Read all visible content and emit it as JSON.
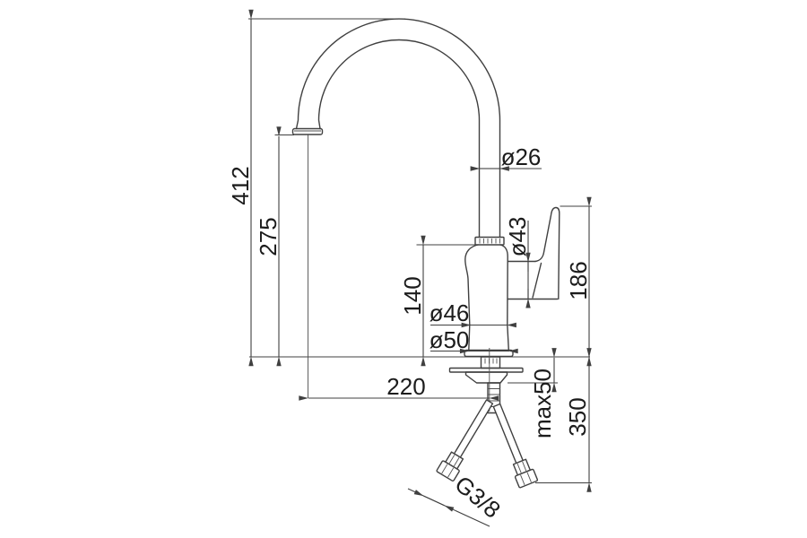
{
  "drawing": {
    "type": "faucet-technical-drawing",
    "ink_color": "#404040",
    "text_color": "#1c1c1c",
    "background": "#ffffff"
  },
  "dims": {
    "overall_height": "412",
    "outlet_height": "275",
    "spout_tube_diameter": "ø26",
    "cartridge_diameter": "ø43",
    "handle_top_height": "186",
    "body_height": "140",
    "body_diameter": "ø46",
    "base_diameter": "ø50",
    "spout_reach": "220",
    "max_deck_thickness": "max50",
    "hose_drop": "350",
    "connection_thread": "G3/8"
  }
}
